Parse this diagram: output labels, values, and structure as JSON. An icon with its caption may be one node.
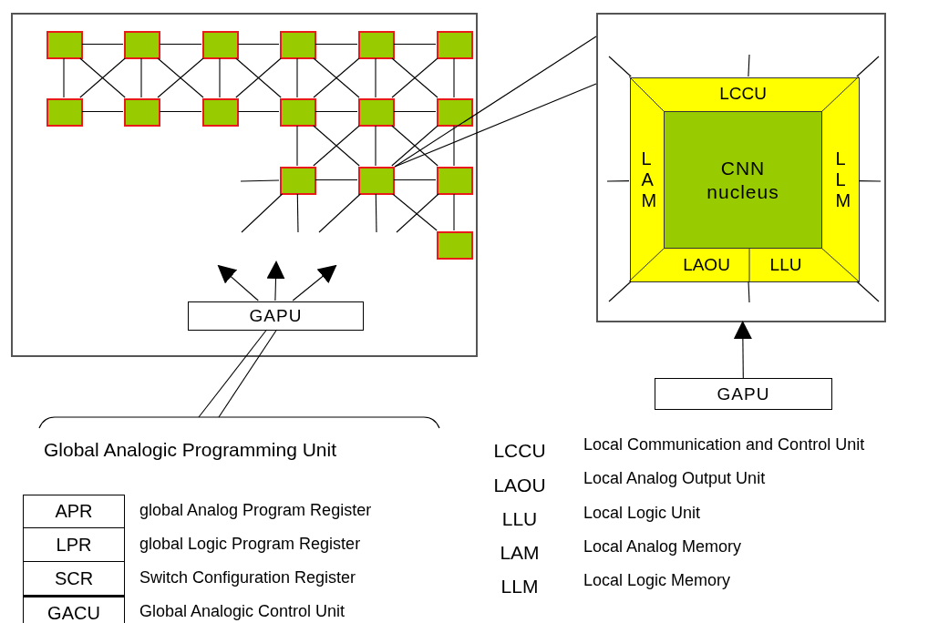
{
  "diagram": {
    "nodes": [
      {
        "text": [],
        "shape": "box"
      },
      {
        "text": [],
        "shape": "box",
        "in": 0
      },
      {
        "text": [],
        "shape": "box",
        "in": 0
      },
      {
        "text": [],
        "shape": "box",
        "in": 0
      },
      {
        "text": [],
        "shape": "box",
        "in": 0
      },
      {
        "text": [],
        "shape": "box",
        "in": 0
      },
      {
        "text": [],
        "shape": "box",
        "in": 0
      },
      {
        "text": [],
        "shape": "box",
        "in": 0
      },
      {
        "text": [],
        "shape": "box",
        "in": 0
      },
      {
        "text": [],
        "shape": "box",
        "in": 0
      },
      {
        "text": [],
        "shape": "box",
        "in": 0
      },
      {
        "text": [],
        "shape": "box",
        "in": 0
      },
      {
        "text": [],
        "shape": "box",
        "in": 0
      },
      {
        "text": [],
        "shape": "box",
        "in": 0
      },
      {
        "text": [],
        "shape": "box",
        "in": 0
      },
      {
        "text": [],
        "shape": "box",
        "in": 0
      },
      {
        "text": [],
        "shape": "box",
        "in": 0
      },
      {
        "text": [
          "GAPU"
        ],
        "in": 0
      },
      {
        "text": [],
        "shape": "box"
      },
      {
        "text": [],
        "shape": "box",
        "in": 18
      },
      {
        "text": [
          "LCCU"
        ],
        "in": 19
      },
      {
        "text": [
          "LAM"
        ],
        "in": 19
      },
      {
        "text": [
          "CNN nucleus"
        ],
        "in": 19
      },
      {
        "text": [
          "LLM"
        ],
        "in": 19
      },
      {
        "text": [
          "LAOU"
        ],
        "in": 19
      },
      {
        "text": [
          "LLU"
        ],
        "in": 19
      },
      {
        "text": [
          "GAPU"
        ]
      },
      {
        "text": [
          "Global Analogic Programming Unit"
        ]
      },
      {
        "text": [
          "APR"
        ],
        "beside": [
          "global Analog Program Register"
        ]
      },
      {
        "text": [
          "LPR"
        ],
        "beside": [
          "global Logic Program Register"
        ]
      },
      {
        "text": [
          "SCR"
        ],
        "beside": [
          "Switch Configuration Register"
        ]
      },
      {
        "text": [
          "GACU"
        ],
        "beside": [
          "Global Analogic Control Unit"
        ]
      }
    ],
    "edges": [
      {
        "from": 1,
        "to": 2,
        "arrow": "none"
      },
      {
        "from": 2,
        "to": 3,
        "arrow": "none"
      },
      {
        "from": 3,
        "to": 4,
        "arrow": "none"
      },
      {
        "from": 4,
        "to": 5,
        "arrow": "none"
      },
      {
        "from": 5,
        "to": 6,
        "arrow": "none"
      },
      {
        "from": 7,
        "to": 8,
        "arrow": "none"
      },
      {
        "from": 8,
        "to": 9,
        "arrow": "none"
      },
      {
        "from": 9,
        "to": 10,
        "arrow": "none"
      },
      {
        "from": 10,
        "to": 11,
        "arrow": "none"
      },
      {
        "from": 11,
        "to": 12,
        "arrow": "none"
      },
      {
        "from": 13,
        "to": 14,
        "arrow": "none"
      },
      {
        "from": 14,
        "to": 15,
        "arrow": "none"
      },
      {
        "from": 13,
        "to": null,
        "arrow": "none"
      },
      {
        "from": 1,
        "to": 7,
        "arrow": "none"
      },
      {
        "from": 2,
        "to": 8,
        "arrow": "none"
      },
      {
        "from": 3,
        "to": 9,
        "arrow": "none"
      },
      {
        "from": 4,
        "to": 10,
        "arrow": "none"
      },
      {
        "from": 5,
        "to": 11,
        "arrow": "none"
      },
      {
        "from": 6,
        "to": 12,
        "arrow": "none"
      },
      {
        "from": 10,
        "to": 13,
        "arrow": "none"
      },
      {
        "from": 11,
        "to": 14,
        "arrow": "none"
      },
      {
        "from": 12,
        "to": 15,
        "arrow": "none"
      },
      {
        "from": 15,
        "to": 16,
        "arrow": "none"
      },
      {
        "from": 1,
        "to": 8,
        "arrow": "none"
      },
      {
        "from": 2,
        "to": 7,
        "arrow": "none"
      },
      {
        "from": 2,
        "to": 9,
        "arrow": "none"
      },
      {
        "from": 3,
        "to": 8,
        "arrow": "none"
      },
      {
        "from": 3,
        "to": 10,
        "arrow": "none"
      },
      {
        "from": 4,
        "to": 9,
        "arrow": "none"
      },
      {
        "from": 4,
        "to": 11,
        "arrow": "none"
      },
      {
        "from": 5,
        "to": 10,
        "arrow": "none"
      },
      {
        "from": 5,
        "to": 12,
        "arrow": "none"
      },
      {
        "from": 6,
        "to": 11,
        "arrow": "none"
      },
      {
        "from": 10,
        "to": 14,
        "arrow": "none"
      },
      {
        "from": 11,
        "to": 13,
        "arrow": "none"
      },
      {
        "from": 11,
        "to": 15,
        "arrow": "none"
      },
      {
        "from": 12,
        "to": 14,
        "arrow": "none"
      },
      {
        "from": 14,
        "to": 16,
        "arrow": "none"
      },
      {
        "from": 13,
        "to": null,
        "arrow": "none"
      },
      {
        "from": 13,
        "to": null,
        "arrow": "none"
      },
      {
        "from": 14,
        "to": null,
        "arrow": "none"
      },
      {
        "from": 14,
        "to": null,
        "arrow": "none"
      },
      {
        "from": 15,
        "to": null,
        "arrow": "none"
      },
      {
        "from": 14,
        "to": 18,
        "arrow": "none"
      },
      {
        "from": 17,
        "to": null,
        "arrow": "to"
      },
      {
        "from": 17,
        "to": null,
        "arrow": "to"
      },
      {
        "from": 17,
        "to": null,
        "arrow": "to"
      },
      {
        "from": 17,
        "to": 27,
        "arrow": "none"
      },
      {
        "from": 19,
        "to": null,
        "arrow": "none"
      },
      {
        "from": 19,
        "to": null,
        "arrow": "none"
      },
      {
        "from": 19,
        "to": null,
        "arrow": "none"
      },
      {
        "from": 19,
        "to": null,
        "arrow": "none"
      },
      {
        "from": 19,
        "to": null,
        "arrow": "none"
      },
      {
        "from": 19,
        "to": null,
        "arrow": "none"
      },
      {
        "from": 19,
        "to": null,
        "arrow": "none"
      },
      {
        "from": 19,
        "to": null,
        "arrow": "none"
      },
      {
        "from": 26,
        "to": 18,
        "arrow": "to"
      }
    ],
    "labels": [
      "LCCU",
      "Local Communication and Control Unit",
      "LAOU",
      "Local Analog Output Unit",
      "LLU",
      "Local Logic Unit",
      "LAM",
      "Local Analog Memory",
      "LLM",
      "Local Logic Memory"
    ]
  }
}
